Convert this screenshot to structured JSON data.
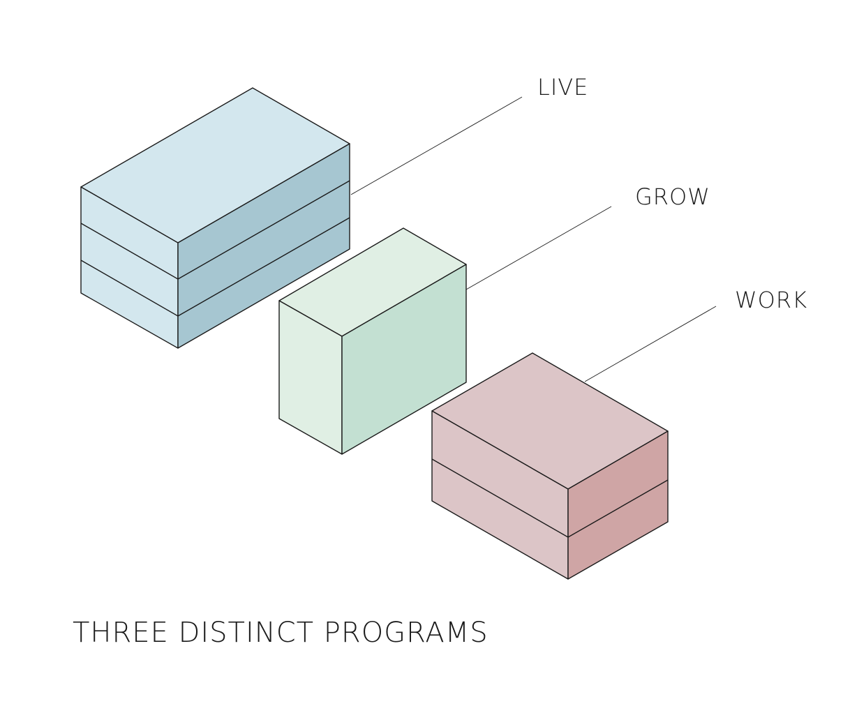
{
  "title": "THREE DISTINCT PROGRAMS",
  "programs": [
    {
      "label": "LIVE",
      "floors": 3,
      "colors": {
        "top": "#d3e7ee",
        "left": "#d3e7ee",
        "right": "#a6c6d1"
      }
    },
    {
      "label": "GROW",
      "floors": 1,
      "colors": {
        "top": "#e0efe4",
        "left": "#e0efe4",
        "right": "#c3e0d2"
      }
    },
    {
      "label": "WORK",
      "floors": 2,
      "colors": {
        "top": "#dcc5c7",
        "left": "#dcc5c7",
        "right": "#cfa5a5"
      }
    }
  ]
}
